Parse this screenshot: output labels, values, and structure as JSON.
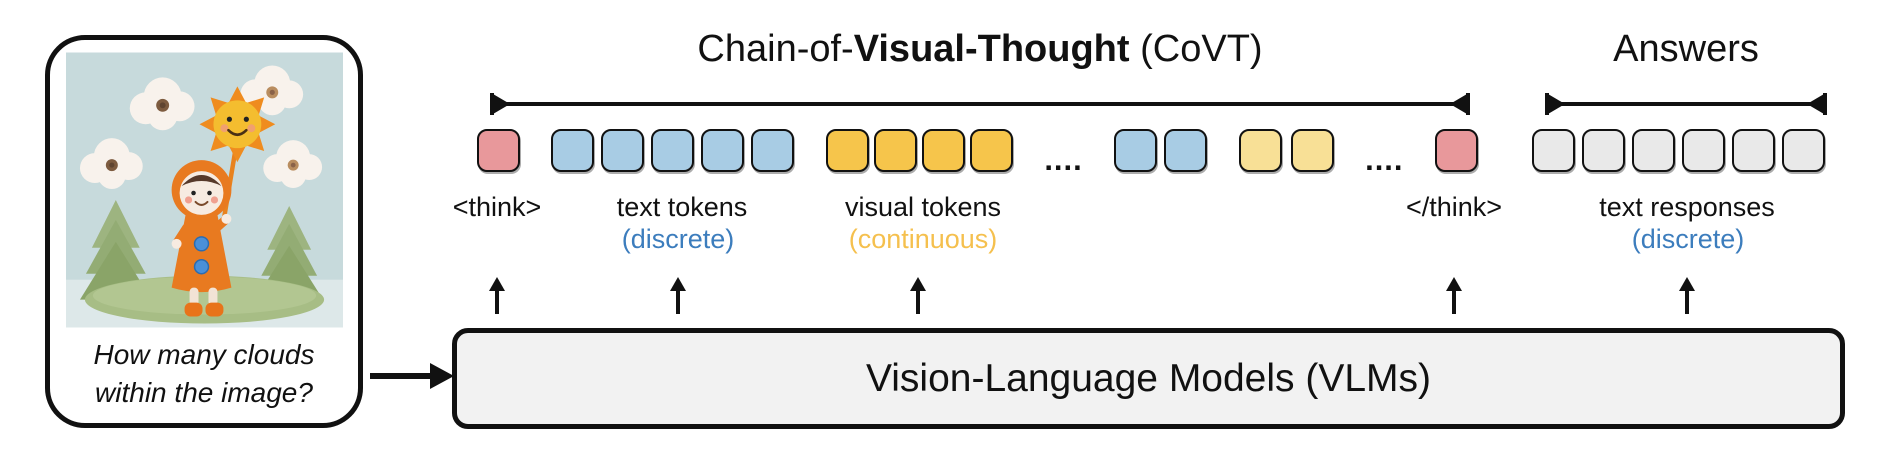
{
  "input_card": {
    "question_line1": "How many clouds",
    "question_line2": "within the image?"
  },
  "covt": {
    "title_prefix": "Chain-of-",
    "title_bold": "Visual-Thought",
    "title_suffix": " (CoVT)",
    "labels": {
      "think_open": "<think>",
      "text_tokens": "text tokens",
      "text_tokens_note": "(discrete)",
      "visual_tokens": "visual tokens",
      "visual_tokens_note": "(continuous)",
      "think_close": "</think>"
    },
    "token_groups": [
      {
        "kind": "think-open",
        "token_name": "think-open-token",
        "color": "#e8989b",
        "count": 1,
        "gap": 7
      },
      {
        "kind": "text-tokens",
        "token_name": "text-token",
        "color": "#a8cce4",
        "count": 5,
        "gap": 7
      },
      {
        "kind": "visual-tokens",
        "token_name": "visual-token",
        "color": "#f6c54b",
        "count": 4,
        "gap": 5
      },
      {
        "kind": "ellipsis",
        "text": "...."
      },
      {
        "kind": "text-tokens",
        "token_name": "text-token",
        "color": "#a8cce4",
        "count": 2,
        "gap": 7
      },
      {
        "kind": "visual-tokens-light",
        "token_name": "visual-token-light",
        "color": "#f8e096",
        "count": 2,
        "gap": 9
      },
      {
        "kind": "ellipsis",
        "text": "...."
      },
      {
        "kind": "think-close",
        "token_name": "think-close-token",
        "color": "#e8989b",
        "count": 1,
        "gap": 7
      }
    ]
  },
  "answers": {
    "title": "Answers",
    "label": "text responses",
    "note": "(discrete)",
    "token_group": {
      "kind": "text-responses",
      "token_name": "text-response-token",
      "color": "#e9e9e9",
      "count": 6,
      "gap": 7
    }
  },
  "vlm": {
    "label": "Vision-Language Models (VLMs)"
  },
  "colors": {
    "note_blue": "#3c7dbd",
    "note_yellow": "#f5c04e"
  }
}
